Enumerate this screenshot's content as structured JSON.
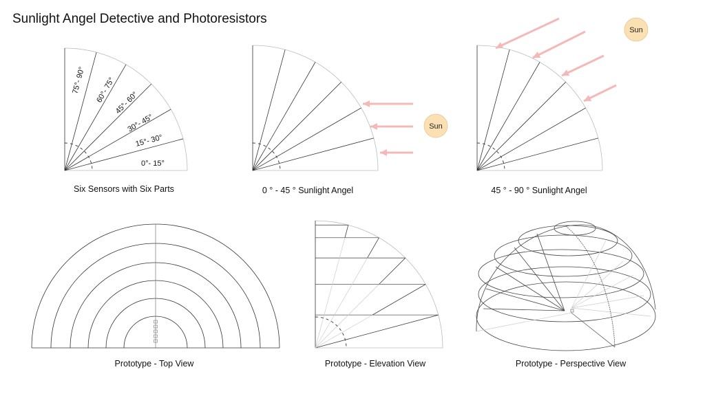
{
  "title": "Sunlight Angel Detective and Photoresistors",
  "captions": {
    "six_sensors": "Six Sensors with Six Parts",
    "low_angle": "0 ° - 45 ° Sunlight Angel",
    "high_angle": "45 ° - 90 ° Sunlight Angel",
    "top_view": "Prototype - Top View",
    "elevation_view": "Prototype - Elevation View",
    "perspective_view": "Prototype - Perspective View"
  },
  "segments": [
    "0°- 15°",
    "15°- 30°",
    "30°- 45°",
    "45°- 60°",
    "60°- 75°",
    "75°- 90°"
  ],
  "sun_label": "Sun",
  "colors": {
    "arrow": "#f4b8b8",
    "sun": "#fbe0b4",
    "sun_stroke": "#e8c48e",
    "line": "#333333",
    "light_line": "#bbbbbb"
  }
}
